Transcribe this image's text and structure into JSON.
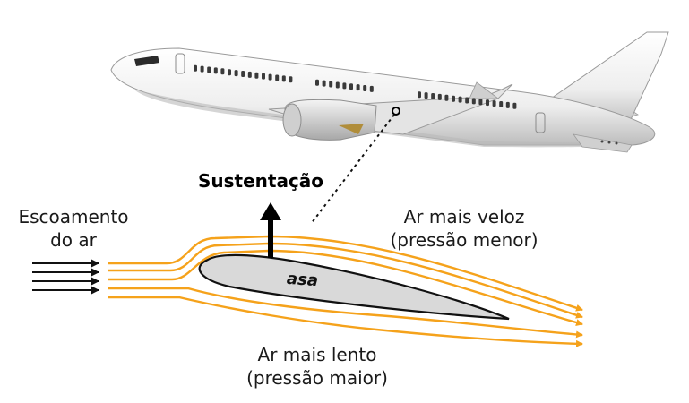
{
  "labels": {
    "airflow_line1": "Escoamento",
    "airflow_line2": "do ar",
    "lift": "Sustentação",
    "wing": "asa",
    "top_line1": "Ar mais veloz",
    "top_line2": "(pressão menor)",
    "bottom_line1": "Ar mais lento",
    "bottom_line2": "(pressão maior)"
  },
  "colors": {
    "streamline": "#f5a21b",
    "wing_fill": "#d9d9d9",
    "outline": "#111111",
    "lift_arrow": "#000000"
  },
  "icons": {
    "airplane": "airplane-illustration"
  }
}
